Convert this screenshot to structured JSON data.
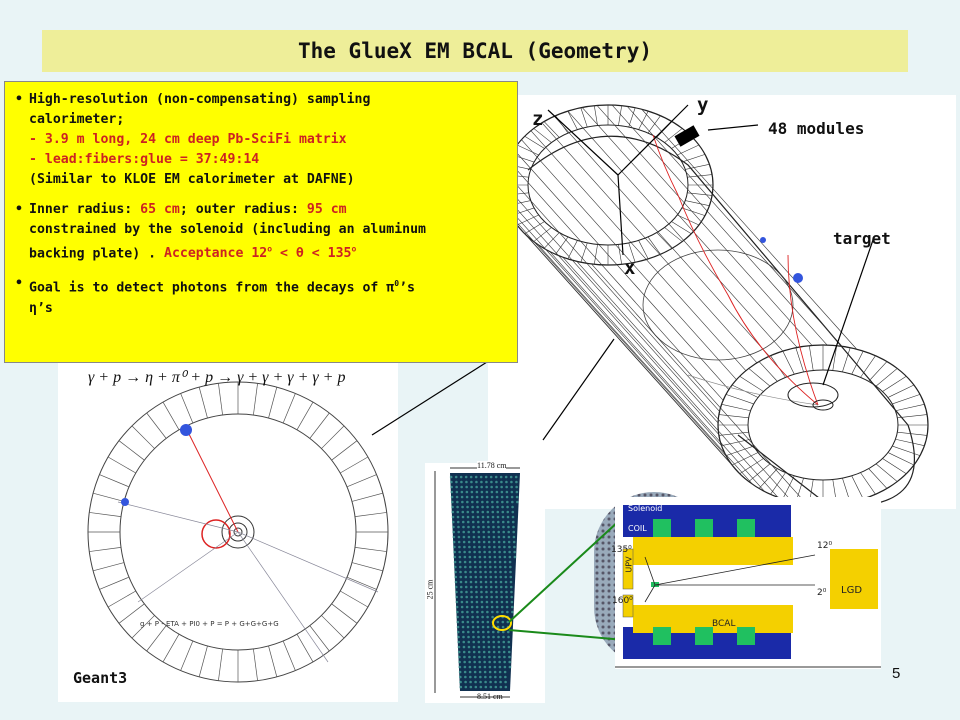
{
  "title": "The GlueX EM BCAL (Geometry)",
  "info_box": {
    "bullet1": {
      "line1": "High-resolution (non-compensating) sampling",
      "line2": "calorimeter;",
      "line3": "- 3.9 m long, 24 cm deep Pb-SciFi matrix",
      "line4": "- lead:fibers:glue = 37:49:14",
      "line5": "(Similar to KLOE EM calorimeter at DAFNE)"
    },
    "bullet2": {
      "l1_a": "Inner radius:",
      "l1_b": "65 cm",
      "l1_c": "; outer radius:",
      "l1_d": "95 cm",
      "line2": "constrained by the solenoid (including an aluminum",
      "l3_a": "backing plate) .",
      "l3_b": "Acceptance 12",
      "l3_c": "o",
      "l3_d": " < θ < 135",
      "l3_e": "o"
    },
    "bullet3": {
      "l1_a": "Goal is to detect photons from the decays of π",
      "l1_b": "0",
      "l1_c": "’s",
      "line2": "η’s"
    }
  },
  "detector_labels": {
    "y_axis": "y",
    "z_axis": "z",
    "x_axis": "x",
    "modules": "48 modules",
    "target": "target"
  },
  "event_panel": {
    "formula": "γ + p → η + π⁰ + p → γ + γ + γ + γ + p",
    "caption": "g + P - ETA + PI0 + P = P + G+G+G+G",
    "tool": "Geant3"
  },
  "module_panel": {
    "top_width": "11.78 cm",
    "height": "25 cm",
    "bottom_width": "8.51 cm"
  },
  "schematic": {
    "solenoid": "Solenoid",
    "coil": "COIL",
    "upv": "UPV",
    "bcal": "BCAL",
    "lgd": "LGD",
    "angle_135": "135⁰",
    "angle_160": "160⁰",
    "angle_12": "12⁰",
    "angle_2": "2⁰"
  },
  "page_number": "5"
}
